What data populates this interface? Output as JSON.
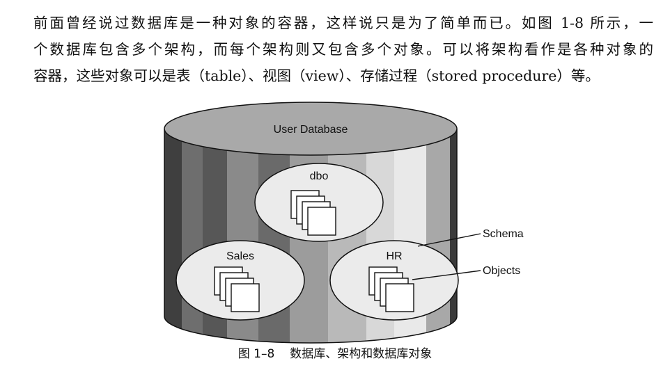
{
  "paragraph": {
    "line1": "前面曾经说过数据库是一种对象的容器，这样说只是为了简单而已。如图 1-8 所示，一",
    "line2": "个数据库包含多个架构，而每个架构则又包含多个对象。可以将架构看作是各种对象的",
    "line3": "容器，这些对象可以是表（table）、视图（view）、存储过程（stored procedure）等。"
  },
  "figure": {
    "database_label": "User Database",
    "schemas": [
      {
        "label": "dbo"
      },
      {
        "label": "Sales"
      },
      {
        "label": "HR"
      }
    ],
    "callouts": {
      "schema": "Schema",
      "objects": "Objects"
    }
  },
  "caption": {
    "number": "图 1–8",
    "text": "数据库、架构和数据库对象"
  }
}
